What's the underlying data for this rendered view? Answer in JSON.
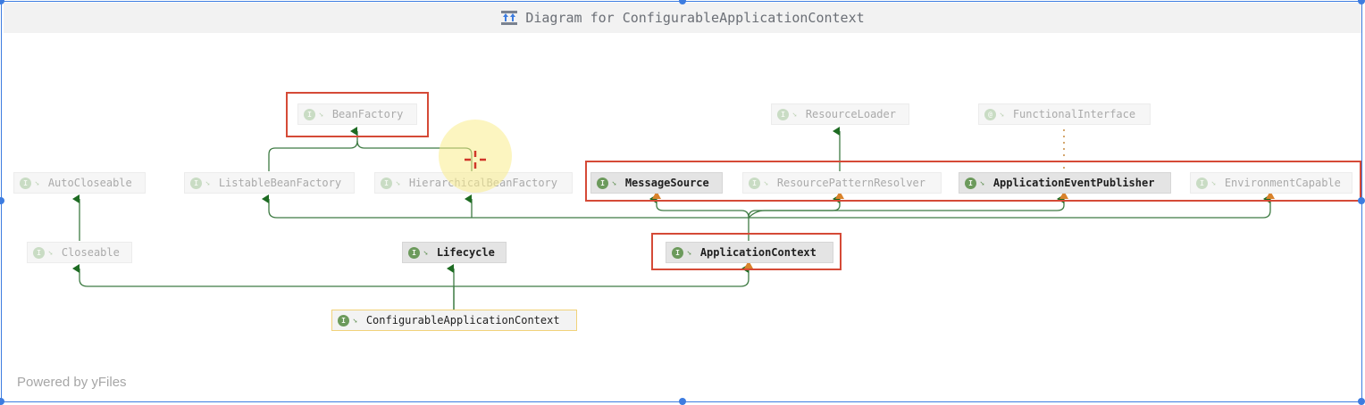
{
  "window": {
    "title": "Diagram for ConfigurableApplicationContext",
    "title_icon": "diagram-layout-icon",
    "footer": "Powered by yFiles",
    "accent": "#3d7ce0"
  },
  "nodes": {
    "bean_factory": {
      "label": "BeanFactory",
      "badge": "I",
      "state": "dim",
      "icon": "interface-icon"
    },
    "resource_loader": {
      "label": "ResourceLoader",
      "badge": "I",
      "state": "dim",
      "icon": "interface-icon"
    },
    "functional_interface": {
      "label": "FunctionalInterface",
      "badge": "@",
      "state": "dim",
      "icon": "annotation-icon"
    },
    "auto_closeable": {
      "label": "AutoCloseable",
      "badge": "I",
      "state": "dim",
      "icon": "interface-icon"
    },
    "listable_bean_factory": {
      "label": "ListableBeanFactory",
      "badge": "I",
      "state": "dim",
      "icon": "interface-icon"
    },
    "hierarchical_bean_factory": {
      "label": "HierarchicalBeanFactory",
      "badge": "I",
      "state": "dim",
      "icon": "interface-icon"
    },
    "message_source": {
      "label": "MessageSource",
      "badge": "I",
      "state": "active",
      "icon": "interface-icon"
    },
    "resource_pattern_resolver": {
      "label": "ResourcePatternResolver",
      "badge": "I",
      "state": "dim",
      "icon": "interface-icon"
    },
    "application_event_publisher": {
      "label": "ApplicationEventPublisher",
      "badge": "I",
      "state": "active",
      "icon": "interface-icon"
    },
    "environment_capable": {
      "label": "EnvironmentCapable",
      "badge": "I",
      "state": "dim",
      "icon": "interface-icon"
    },
    "closeable": {
      "label": "Closeable",
      "badge": "I",
      "state": "dim",
      "icon": "interface-icon"
    },
    "lifecycle": {
      "label": "Lifecycle",
      "badge": "I",
      "state": "active",
      "icon": "interface-icon"
    },
    "application_context": {
      "label": "ApplicationContext",
      "badge": "I",
      "state": "active",
      "icon": "interface-icon"
    },
    "configurable_application_context": {
      "label": "ConfigurableApplicationContext",
      "badge": "I",
      "state": "selected",
      "icon": "interface-icon"
    }
  },
  "highlights": [
    "bean_factory",
    "parent_interfaces_group",
    "application_context"
  ],
  "colors": {
    "edge": "#3e7b43",
    "arrow": "#1d6b22",
    "realization": "#c68a3e",
    "highlight_box": "#d54a37",
    "selection": "#f1d27a"
  }
}
